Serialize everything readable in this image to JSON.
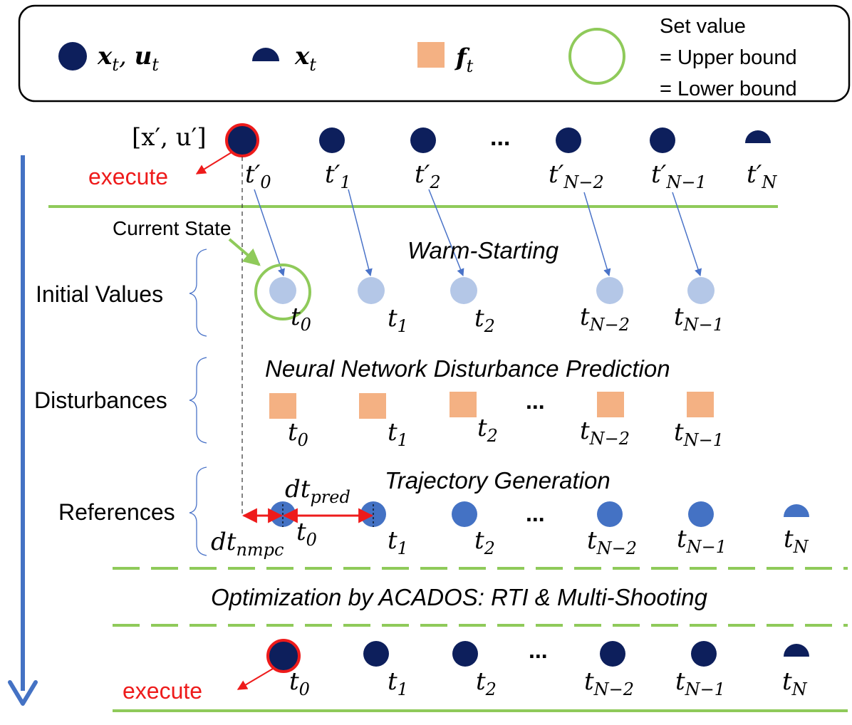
{
  "legend": {
    "items": [
      {
        "symbol": "x",
        "sub": "t",
        "sep": ", ",
        "symbol2": "u",
        "sub2": "t"
      },
      {
        "symbol": "x",
        "sub": "t"
      },
      {
        "symbol": "f",
        "sub": "t"
      }
    ],
    "set_value": [
      "Set value",
      "= Upper bound",
      "= Lower bound"
    ]
  },
  "top_row": {
    "label_text": "[x′, u′]",
    "execute": "execute",
    "ellipsis": "...",
    "times": [
      {
        "base": "t′",
        "sub": "0"
      },
      {
        "base": "t′",
        "sub": "1"
      },
      {
        "base": "t′",
        "sub": "2"
      },
      {
        "base": "t′",
        "sub": "N−2"
      },
      {
        "base": "t′",
        "sub": "N−1"
      },
      {
        "base": "t′",
        "sub": "N"
      }
    ]
  },
  "current_state": "Current State",
  "sections": {
    "initial_values": {
      "label": "Initial Values",
      "title": "Warm-Starting"
    },
    "disturbances": {
      "label": "Disturbances",
      "title": "Neural Network Disturbance Prediction",
      "ellipsis": "..."
    },
    "references": {
      "label": "References",
      "title": "Trajectory Generation",
      "ellipsis": "..."
    }
  },
  "times": {
    "t0": {
      "base": "t",
      "sub": "0"
    },
    "t1": {
      "base": "t",
      "sub": "1"
    },
    "t2": {
      "base": "t",
      "sub": "2"
    },
    "tN2": {
      "base": "t",
      "sub": "N−2"
    },
    "tN1": {
      "base": "t",
      "sub": "N−1"
    },
    "tN": {
      "base": "t",
      "sub": "N"
    }
  },
  "dt_pred": {
    "base": "dt",
    "sub": "pred"
  },
  "dt_nmpc": {
    "base": "dt",
    "sub": "nmpc"
  },
  "optimization": "Optimization by ACADOS: RTI & Multi-Shooting",
  "bottom_row": {
    "execute": "execute",
    "ellipsis": "..."
  },
  "colors": {
    "navy": "#0d1f5c",
    "light_blue": "#b4c7e7",
    "mid_blue": "#4472c4",
    "orange": "#f4b183",
    "green": "#8fca5a",
    "red": "#ee1b1b",
    "arrow_blue": "#4a73c8"
  }
}
